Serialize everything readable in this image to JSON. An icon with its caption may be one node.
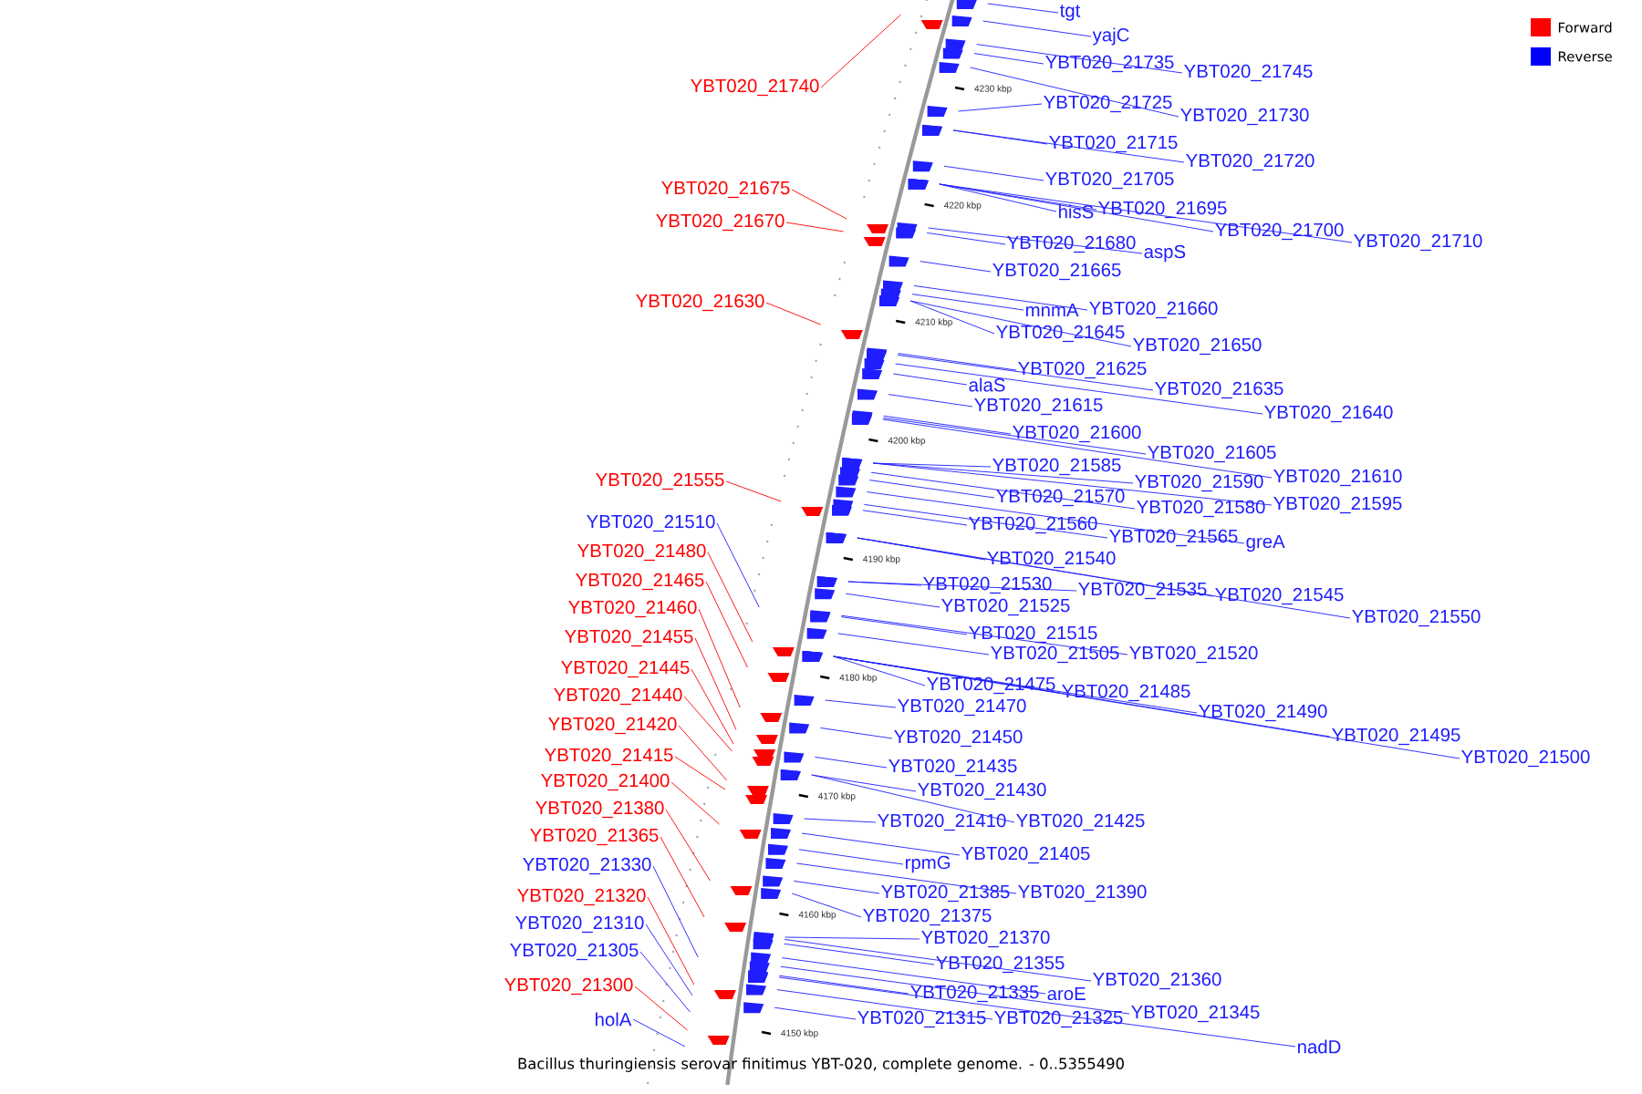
{
  "diagram": {
    "caption": "Bacillus thuringiensis serovar finitimus YBT-020, complete genome. - 0..5355490",
    "nodes": [
      {
        "text": [
          "YBT020_21740"
        ]
      },
      {
        "text": [
          "YBT020_21675"
        ]
      },
      {
        "text": [
          "YBT020_21670"
        ]
      },
      {
        "text": [
          "YBT020_21630"
        ]
      },
      {
        "text": [
          "YBT020_21555"
        ]
      },
      {
        "text": [
          "YBT020_21510"
        ]
      },
      {
        "text": [
          "YBT020_21480"
        ]
      },
      {
        "text": [
          "YBT020_21465"
        ]
      },
      {
        "text": [
          "YBT020_21460"
        ]
      },
      {
        "text": [
          "YBT020_21455"
        ]
      },
      {
        "text": [
          "YBT020_21445"
        ]
      },
      {
        "text": [
          "YBT020_21440"
        ]
      },
      {
        "text": [
          "YBT020_21420"
        ]
      },
      {
        "text": [
          "YBT020_21415"
        ]
      },
      {
        "text": [
          "YBT020_21400"
        ]
      },
      {
        "text": [
          "YBT020_21380"
        ]
      },
      {
        "text": [
          "YBT020_21365"
        ]
      },
      {
        "text": [
          "YBT020_21330"
        ]
      },
      {
        "text": [
          "YBT020_21320"
        ]
      },
      {
        "text": [
          "YBT020_21310"
        ]
      },
      {
        "text": [
          "YBT020_21305"
        ]
      },
      {
        "text": [
          "YBT020_21300"
        ]
      },
      {
        "text": [
          "holA"
        ]
      },
      {
        "text": [
          "tgt"
        ]
      },
      {
        "text": [
          "yajC"
        ]
      },
      {
        "text": [
          "YBT020_21735"
        ]
      },
      {
        "text": [
          "YBT020_21745"
        ]
      },
      {
        "text": [
          "YBT020_21725"
        ]
      },
      {
        "text": [
          "YBT020_21730"
        ]
      },
      {
        "text": [
          "YBT020_21715"
        ]
      },
      {
        "text": [
          "YBT020_21720"
        ]
      },
      {
        "text": [
          "YBT020_21705"
        ]
      },
      {
        "text": [
          "hisS"
        ]
      },
      {
        "text": [
          "YBT020_21695"
        ]
      },
      {
        "text": [
          "YBT020_21700"
        ]
      },
      {
        "text": [
          "YBT020_21710"
        ]
      },
      {
        "text": [
          "YBT020_21680"
        ]
      },
      {
        "text": [
          "aspS"
        ]
      },
      {
        "text": [
          "YBT020_21665"
        ]
      },
      {
        "text": [
          "mnmA"
        ]
      },
      {
        "text": [
          "YBT020_21660"
        ]
      },
      {
        "text": [
          "YBT020_21645"
        ]
      },
      {
        "text": [
          "YBT020_21650"
        ]
      },
      {
        "text": [
          "YBT020_21625"
        ]
      },
      {
        "text": [
          "alaS"
        ]
      },
      {
        "text": [
          "YBT020_21635"
        ]
      },
      {
        "text": [
          "YBT020_21615"
        ]
      },
      {
        "text": [
          "YBT020_21640"
        ]
      },
      {
        "text": [
          "YBT020_21600"
        ]
      },
      {
        "text": [
          "YBT020_21605"
        ]
      },
      {
        "text": [
          "YBT020_21585"
        ]
      },
      {
        "text": [
          "YBT020_21590"
        ]
      },
      {
        "text": [
          "YBT020_21610"
        ]
      },
      {
        "text": [
          "YBT020_21570"
        ]
      },
      {
        "text": [
          "YBT020_21580"
        ]
      },
      {
        "text": [
          "YBT020_21595"
        ]
      },
      {
        "text": [
          "YBT020_21560"
        ]
      },
      {
        "text": [
          "YBT020_21565"
        ]
      },
      {
        "text": [
          "greA"
        ]
      },
      {
        "text": [
          "YBT020_21540"
        ]
      },
      {
        "text": [
          "YBT020_21530"
        ]
      },
      {
        "text": [
          "YBT020_21535"
        ]
      },
      {
        "text": [
          "YBT020_21545"
        ]
      },
      {
        "text": [
          "YBT020_21550"
        ]
      },
      {
        "text": [
          "YBT020_21525"
        ]
      },
      {
        "text": [
          "YBT020_21515"
        ]
      },
      {
        "text": [
          "YBT020_21505"
        ]
      },
      {
        "text": [
          "YBT020_21520"
        ]
      },
      {
        "text": [
          "YBT020_21475"
        ]
      },
      {
        "text": [
          "YBT020_21485"
        ]
      },
      {
        "text": [
          "YBT020_21470"
        ]
      },
      {
        "text": [
          "YBT020_21490"
        ]
      },
      {
        "text": [
          "YBT020_21495"
        ]
      },
      {
        "text": [
          "YBT020_21500"
        ]
      },
      {
        "text": [
          "YBT020_21450"
        ]
      },
      {
        "text": [
          "YBT020_21435"
        ]
      },
      {
        "text": [
          "YBT020_21430"
        ]
      },
      {
        "text": [
          "YBT020_21410"
        ]
      },
      {
        "text": [
          "YBT020_21425"
        ]
      },
      {
        "text": [
          "YBT020_21405"
        ]
      },
      {
        "text": [
          "rpmG"
        ]
      },
      {
        "text": [
          "YBT020_21385"
        ]
      },
      {
        "text": [
          "YBT020_21390"
        ]
      },
      {
        "text": [
          "YBT020_21375"
        ]
      },
      {
        "text": [
          "YBT020_21370"
        ]
      },
      {
        "text": [
          "YBT020_21355"
        ]
      },
      {
        "text": [
          "YBT020_21360"
        ]
      },
      {
        "text": [
          "YBT020_21335"
        ]
      },
      {
        "text": [
          "aroE"
        ]
      },
      {
        "text": [
          "YBT020_21345"
        ]
      },
      {
        "text": [
          "YBT020_21315"
        ]
      },
      {
        "text": [
          "YBT020_21325"
        ]
      },
      {
        "text": [
          "nadD"
        ]
      }
    ],
    "edges": [
      {
        "from": 0,
        "to": null,
        "arrow": "none",
        "color": "#ff0000"
      },
      {
        "from": 1,
        "to": null,
        "arrow": "none",
        "color": "#ff0000"
      },
      {
        "from": 2,
        "to": null,
        "arrow": "none",
        "color": "#ff0000"
      },
      {
        "from": 3,
        "to": null,
        "arrow": "none",
        "color": "#ff0000"
      },
      {
        "from": 4,
        "to": null,
        "arrow": "none",
        "color": "#ff0000"
      },
      {
        "from": 5,
        "to": null,
        "arrow": "none"
      },
      {
        "from": 6,
        "to": null,
        "arrow": "none",
        "color": "#ff0000"
      },
      {
        "from": 7,
        "to": null,
        "arrow": "none",
        "color": "#ff0000"
      },
      {
        "from": 8,
        "to": null,
        "arrow": "none",
        "color": "#ff0000"
      },
      {
        "from": 9,
        "to": null,
        "arrow": "none",
        "color": "#ff0000"
      },
      {
        "from": 10,
        "to": null,
        "arrow": "none",
        "color": "#ff0000"
      },
      {
        "from": 11,
        "to": null,
        "arrow": "none",
        "color": "#ff0000"
      },
      {
        "from": 12,
        "to": null,
        "arrow": "none",
        "color": "#ff0000"
      },
      {
        "from": 13,
        "to": null,
        "arrow": "none",
        "color": "#ff0000"
      },
      {
        "from": 14,
        "to": null,
        "arrow": "none",
        "color": "#ff0000"
      },
      {
        "from": 15,
        "to": null,
        "arrow": "none",
        "color": "#ff0000"
      },
      {
        "from": 16,
        "to": null,
        "arrow": "none",
        "color": "#ff0000"
      },
      {
        "from": 17,
        "to": null,
        "arrow": "none"
      },
      {
        "from": 18,
        "to": null,
        "arrow": "none",
        "color": "#ff0000"
      },
      {
        "from": 19,
        "to": null,
        "arrow": "none"
      },
      {
        "from": 20,
        "to": null,
        "arrow": "none"
      },
      {
        "from": 21,
        "to": null,
        "arrow": "none",
        "color": "#ff0000"
      },
      {
        "from": 22,
        "to": null,
        "arrow": "none"
      },
      {
        "from": 23,
        "to": null,
        "arrow": "none"
      },
      {
        "from": 24,
        "to": null,
        "arrow": "none"
      },
      {
        "from": 25,
        "to": null,
        "arrow": "none"
      },
      {
        "from": 26,
        "to": null,
        "arrow": "none"
      },
      {
        "from": 27,
        "to": null,
        "arrow": "none"
      },
      {
        "from": 28,
        "to": null,
        "arrow": "none"
      },
      {
        "from": 29,
        "to": null,
        "arrow": "none"
      },
      {
        "from": 30,
        "to": null,
        "arrow": "none"
      },
      {
        "from": 31,
        "to": null,
        "arrow": "none"
      },
      {
        "from": 32,
        "to": null,
        "arrow": "none"
      },
      {
        "from": 33,
        "to": null,
        "arrow": "none"
      },
      {
        "from": 34,
        "to": null,
        "arrow": "none"
      },
      {
        "from": 35,
        "to": null,
        "arrow": "none"
      },
      {
        "from": 36,
        "to": null,
        "arrow": "none"
      },
      {
        "from": 37,
        "to": null,
        "arrow": "none"
      },
      {
        "from": 38,
        "to": null,
        "arrow": "none"
      },
      {
        "from": 39,
        "to": null,
        "arrow": "none"
      },
      {
        "from": 40,
        "to": null,
        "arrow": "none"
      },
      {
        "from": 41,
        "to": null,
        "arrow": "none"
      },
      {
        "from": 42,
        "to": null,
        "arrow": "none"
      },
      {
        "from": 43,
        "to": null,
        "arrow": "none"
      },
      {
        "from": 44,
        "to": null,
        "arrow": "none"
      },
      {
        "from": 45,
        "to": null,
        "arrow": "none"
      },
      {
        "from": 46,
        "to": null,
        "arrow": "none"
      },
      {
        "from": 47,
        "to": null,
        "arrow": "none"
      },
      {
        "from": 48,
        "to": null,
        "arrow": "none"
      },
      {
        "from": 49,
        "to": null,
        "arrow": "none"
      },
      {
        "from": 50,
        "to": null,
        "arrow": "none"
      },
      {
        "from": 51,
        "to": null,
        "arrow": "none"
      },
      {
        "from": 52,
        "to": null,
        "arrow": "none"
      },
      {
        "from": 53,
        "to": null,
        "arrow": "none"
      },
      {
        "from": 54,
        "to": null,
        "arrow": "none"
      },
      {
        "from": 55,
        "to": null,
        "arrow": "none"
      },
      {
        "from": 56,
        "to": null,
        "arrow": "none"
      },
      {
        "from": 57,
        "to": null,
        "arrow": "none"
      },
      {
        "from": 58,
        "to": null,
        "arrow": "none"
      },
      {
        "from": 59,
        "to": null,
        "arrow": "none"
      },
      {
        "from": 60,
        "to": null,
        "arrow": "none"
      },
      {
        "from": 61,
        "to": null,
        "arrow": "none"
      },
      {
        "from": 62,
        "to": null,
        "arrow": "none"
      },
      {
        "from": 63,
        "to": null,
        "arrow": "none"
      },
      {
        "from": 64,
        "to": null,
        "arrow": "none"
      },
      {
        "from": 65,
        "to": null,
        "arrow": "none"
      },
      {
        "from": 66,
        "to": null,
        "arrow": "none"
      },
      {
        "from": 67,
        "to": null,
        "arrow": "none"
      },
      {
        "from": 68,
        "to": null,
        "arrow": "none"
      },
      {
        "from": 69,
        "to": null,
        "arrow": "none"
      },
      {
        "from": 70,
        "to": null,
        "arrow": "none"
      },
      {
        "from": 71,
        "to": null,
        "arrow": "none"
      },
      {
        "from": 72,
        "to": null,
        "arrow": "none"
      },
      {
        "from": 73,
        "to": null,
        "arrow": "none"
      },
      {
        "from": 74,
        "to": null,
        "arrow": "none"
      },
      {
        "from": 75,
        "to": null,
        "arrow": "none"
      },
      {
        "from": 76,
        "to": null,
        "arrow": "none"
      },
      {
        "from": 77,
        "to": null,
        "arrow": "none"
      },
      {
        "from": 78,
        "to": null,
        "arrow": "none"
      },
      {
        "from": 79,
        "to": null,
        "arrow": "none"
      },
      {
        "from": 80,
        "to": null,
        "arrow": "none"
      },
      {
        "from": 81,
        "to": null,
        "arrow": "none"
      },
      {
        "from": 82,
        "to": null,
        "arrow": "none"
      },
      {
        "from": 83,
        "to": null,
        "arrow": "none"
      },
      {
        "from": 84,
        "to": null,
        "arrow": "none"
      },
      {
        "from": 85,
        "to": null,
        "arrow": "none"
      },
      {
        "from": 86,
        "to": null,
        "arrow": "none"
      },
      {
        "from": 87,
        "to": null,
        "arrow": "none"
      },
      {
        "from": 88,
        "to": null,
        "arrow": "none"
      },
      {
        "from": 89,
        "to": null,
        "arrow": "none"
      },
      {
        "from": 90,
        "to": null,
        "arrow": "none"
      },
      {
        "from": 91,
        "to": null,
        "arrow": "none"
      },
      {
        "from": 92,
        "to": null,
        "arrow": "none"
      }
    ],
    "labels": [
      "4230 kbp",
      "4220 kbp",
      "4210 kbp",
      "4200 kbp",
      "4190 kbp",
      "4180 kbp",
      "4170 kbp",
      "4160 kbp",
      "4150 kbp"
    ],
    "legend": [
      {
        "text": "Forward",
        "color": "#ff0000"
      },
      {
        "text": "Reverse",
        "color": "#0000ff"
      }
    ]
  }
}
